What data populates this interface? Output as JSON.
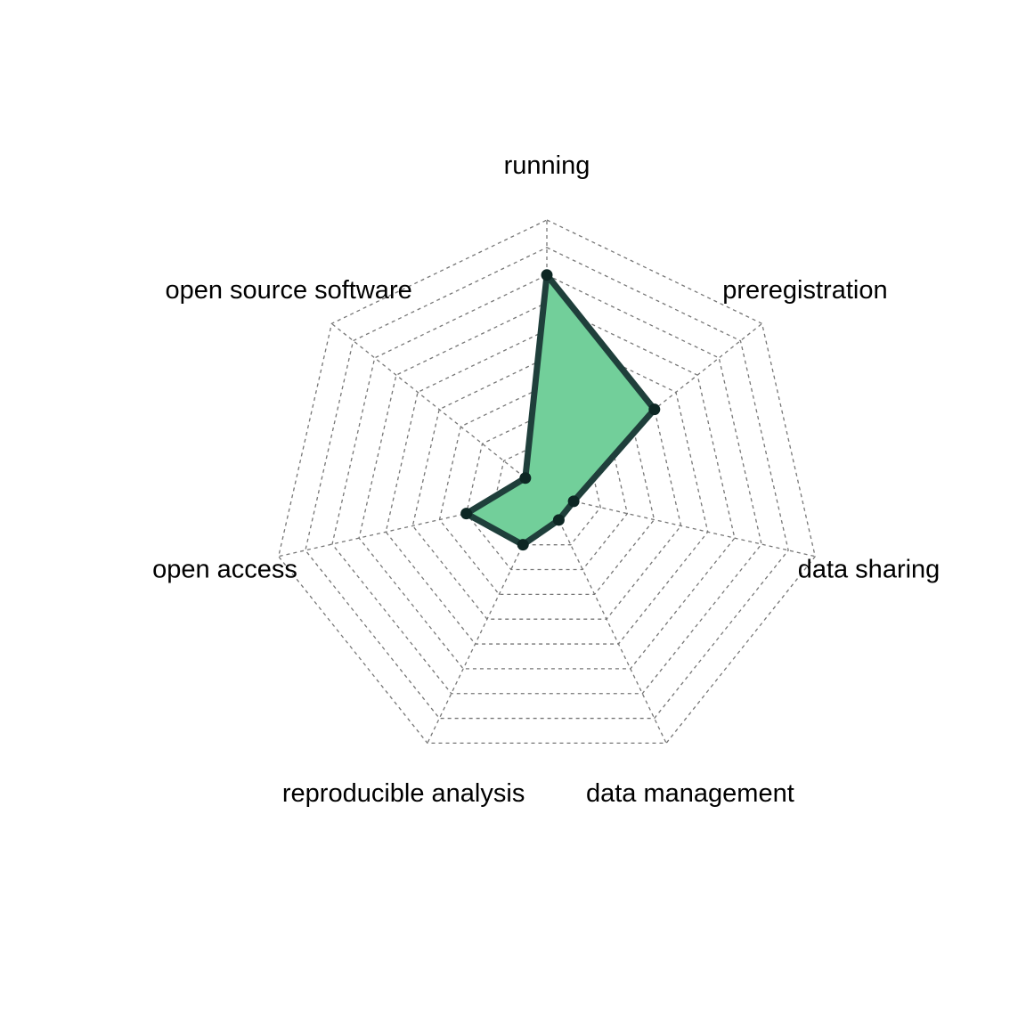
{
  "chart_data": {
    "type": "radar",
    "title": "",
    "axes": [
      "running",
      "preregistration",
      "data sharing",
      "data management",
      "reproducible analysis",
      "open access",
      "open source software"
    ],
    "values": [
      0.8,
      0.5,
      0.1,
      0.1,
      0.2,
      0.3,
      0.1
    ],
    "range": [
      0,
      1
    ],
    "grid_levels": 10,
    "grid_style": "dashed",
    "colors": {
      "fill": "#72cf9a",
      "line": "#1f3f3b",
      "grid": "#777777"
    }
  }
}
